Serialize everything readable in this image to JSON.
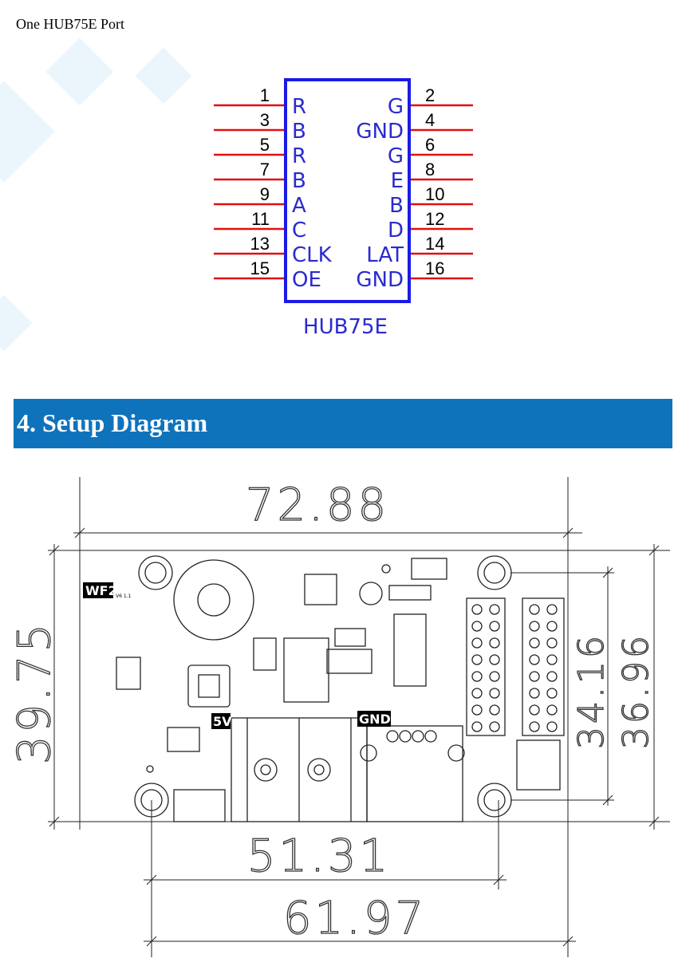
{
  "port_section": {
    "title": "One HUB75E Port"
  },
  "connector": {
    "name": "HUB75E",
    "left_pins": [
      {
        "num": "1",
        "signal": "R"
      },
      {
        "num": "3",
        "signal": "B"
      },
      {
        "num": "5",
        "signal": "R"
      },
      {
        "num": "7",
        "signal": "B"
      },
      {
        "num": "9",
        "signal": "A"
      },
      {
        "num": "11",
        "signal": "C"
      },
      {
        "num": "13",
        "signal": "CLK"
      },
      {
        "num": "15",
        "signal": "OE"
      }
    ],
    "right_pins": [
      {
        "num": "2",
        "signal": "G"
      },
      {
        "num": "4",
        "signal": "GND"
      },
      {
        "num": "6",
        "signal": "G"
      },
      {
        "num": "8",
        "signal": "E"
      },
      {
        "num": "10",
        "signal": "B"
      },
      {
        "num": "12",
        "signal": "D"
      },
      {
        "num": "14",
        "signal": "LAT"
      },
      {
        "num": "16",
        "signal": "GND"
      }
    ],
    "colors": {
      "outline": "#1a1ae6",
      "pin_line": "#e01010"
    }
  },
  "setup": {
    "heading": "4.  Setup Diagram",
    "banner_color": "#0f73bc",
    "board": {
      "model": "WF2",
      "version": "V6 1.1",
      "label_5v": "5V",
      "label_gnd": "GND"
    },
    "dimensions": {
      "width_total": "72.88",
      "height_total": "39.75",
      "hole_v_spacing": "34.16",
      "height_inner": "36.96",
      "hole_h_spacing": "51.31",
      "width_inner": "61.97"
    }
  }
}
